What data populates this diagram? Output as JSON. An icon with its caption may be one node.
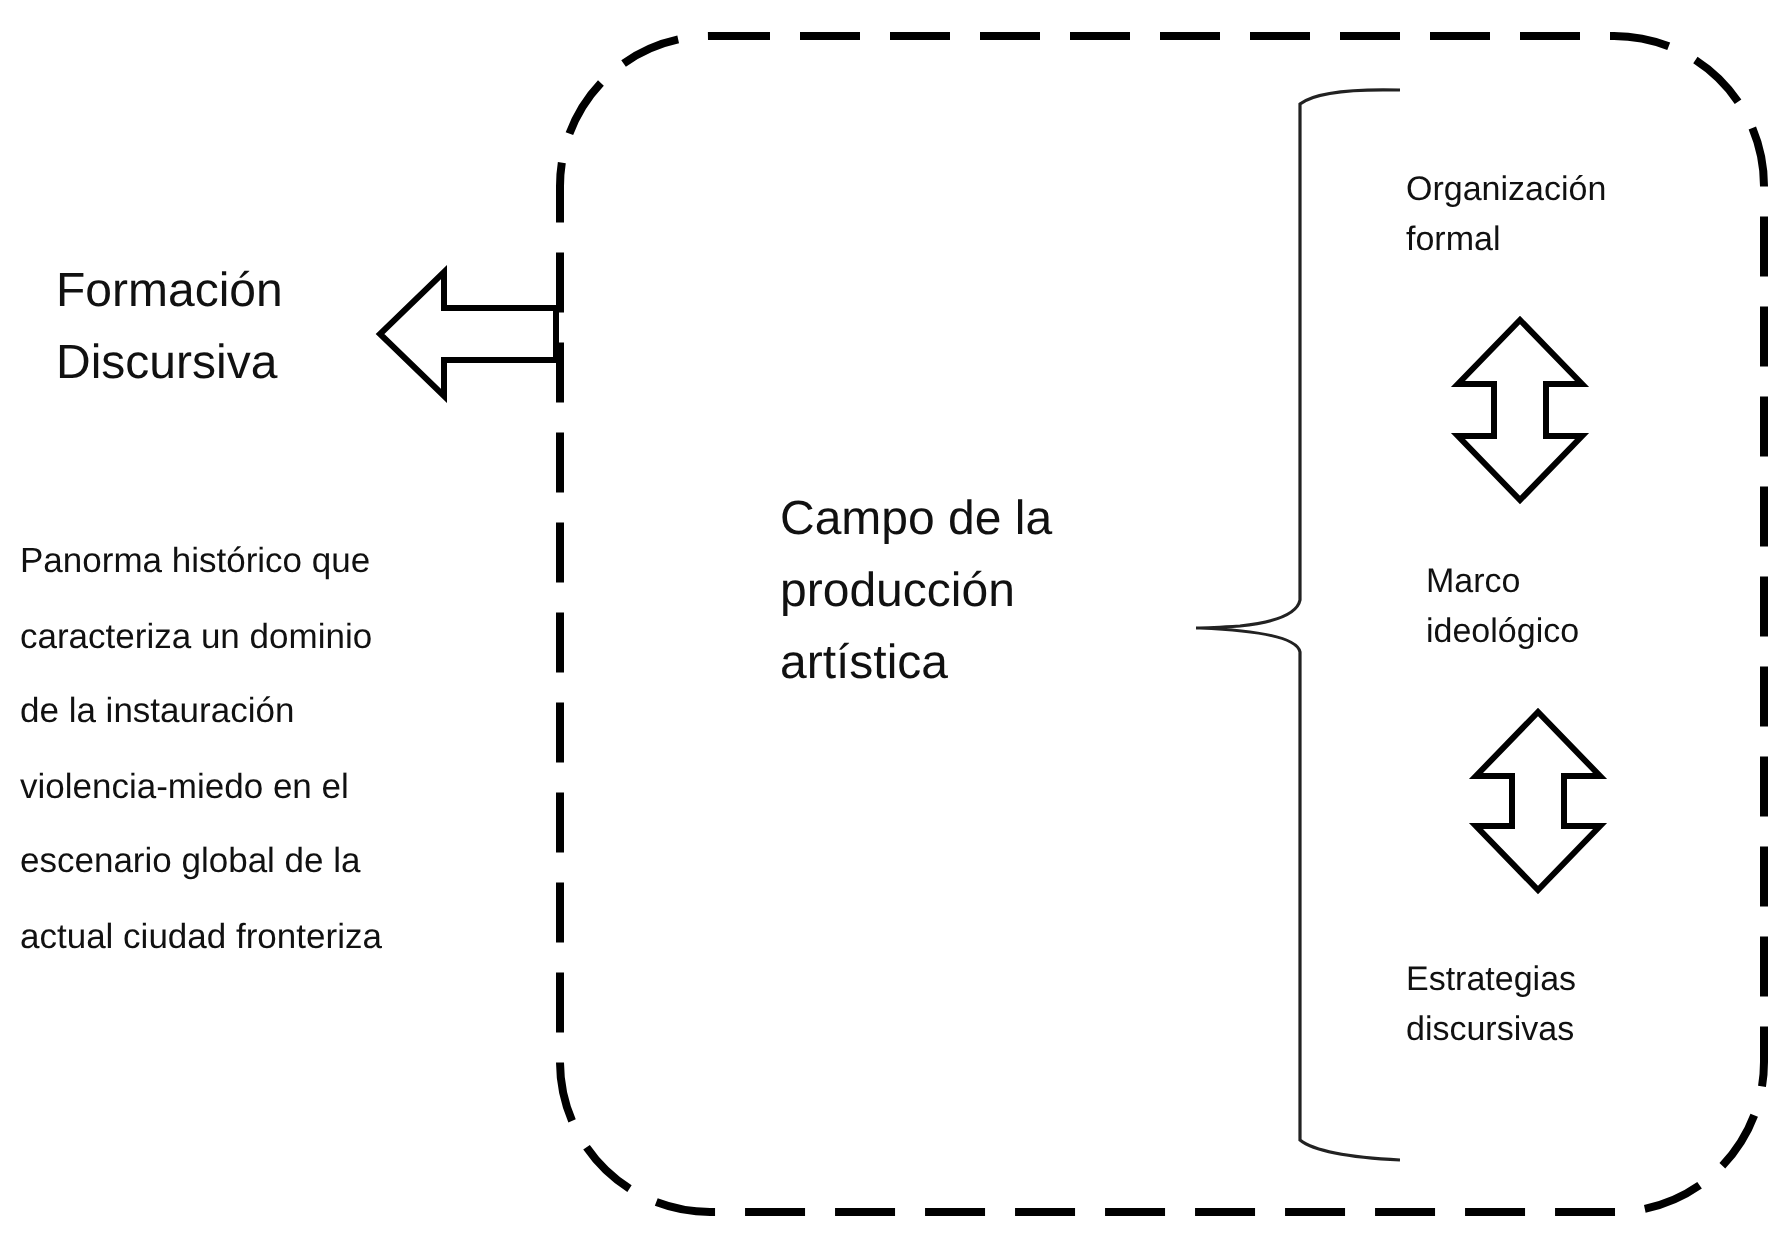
{
  "diagram": {
    "nodes": [
      {
        "text": [
          "Formación Discursiva"
        ]
      },
      {
        "text": [],
        "shape": "box"
      },
      {
        "text": [
          "Campo de la producción artística"
        ],
        "in": 1
      },
      {
        "text": [
          "Organización formal"
        ],
        "in": 1
      },
      {
        "text": [
          "Marco ideológico"
        ],
        "in": 1
      },
      {
        "text": [
          "Estrategias discursivas"
        ],
        "in": 1
      }
    ],
    "edges": [
      {
        "from": 1,
        "to": 0,
        "arrow": "to"
      },
      {
        "from": 3,
        "to": 4,
        "arrow": "both"
      },
      {
        "from": 4,
        "to": 5,
        "arrow": "both"
      }
    ],
    "labels": [
      "Panorma histórico que caracteriza un dominio de la instauración violencia-miedo en el escenario global de la actual ciudad fronteriza"
    ]
  }
}
